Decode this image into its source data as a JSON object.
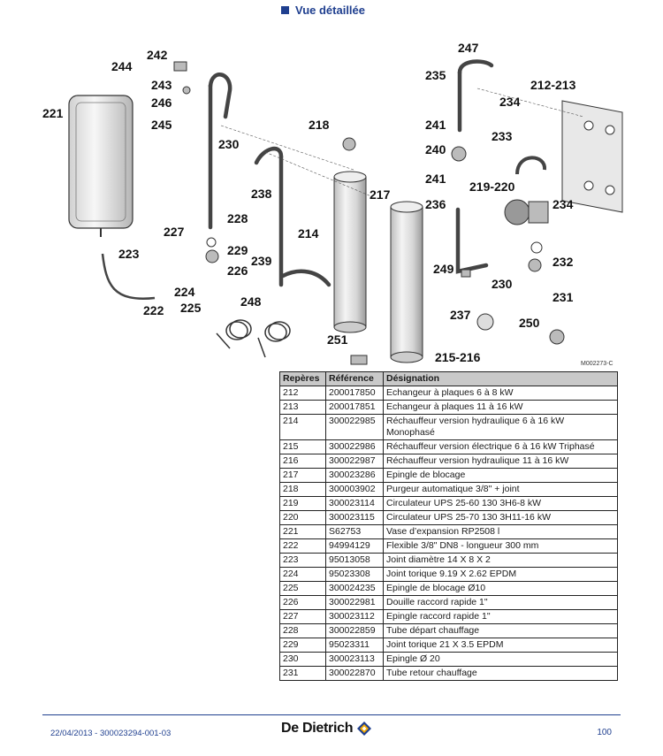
{
  "section_title": "Vue détaillée",
  "figure_code": "M002273-C",
  "callouts": [
    "242",
    "244",
    "243",
    "246",
    "245",
    "221",
    "223",
    "222",
    "224",
    "225",
    "227",
    "228",
    "229",
    "226",
    "230",
    "238",
    "239",
    "218",
    "214",
    "217",
    "248",
    "251",
    "215-216",
    "247",
    "235",
    "212-213",
    "234",
    "241",
    "240",
    "241",
    "233",
    "219-220",
    "234",
    "236",
    "232",
    "249",
    "230",
    "231",
    "237",
    "250"
  ],
  "table": {
    "headers": [
      "Repères",
      "Référence",
      "Désignation"
    ],
    "rows": [
      [
        "212",
        "200017850",
        "Echangeur à plaques 6 à 8 kW"
      ],
      [
        "213",
        "200017851",
        "Echangeur à plaques 11 à 16 kW"
      ],
      [
        "214",
        "300022985",
        "Réchauffeur version hydraulique 6 à 16 kW Monophasé"
      ],
      [
        "215",
        "300022986",
        "Réchauffeur version électrique 6 à 16 kW Triphasé"
      ],
      [
        "216",
        "300022987",
        "Réchauffeur version hydraulique 11 à 16 kW"
      ],
      [
        "217",
        "300023286",
        "Epingle de blocage"
      ],
      [
        "218",
        "300003902",
        "Purgeur automatique 3/8\" + joint"
      ],
      [
        "219",
        "300023114",
        "Circulateur UPS 25-60 130 3H6-8 kW"
      ],
      [
        "220",
        "300023115",
        "Circulateur UPS 25-70 130 3H11-16 kW"
      ],
      [
        "221",
        "S62753",
        "Vase d’expansion RP2508 l"
      ],
      [
        "222",
        "94994129",
        "Flexible 3/8\" DN8 - longueur 300 mm"
      ],
      [
        "223",
        "95013058",
        "Joint diamètre 14 X 8 X 2"
      ],
      [
        "224",
        "95023308",
        "Joint torique 9.19 X 2.62 EPDM"
      ],
      [
        "225",
        "300024235",
        "Epingle de blocage Ø10"
      ],
      [
        "226",
        "300022981",
        "Douille raccord rapide 1\""
      ],
      [
        "227",
        "300023112",
        "Epingle raccord rapide 1\""
      ],
      [
        "228",
        "300022859",
        "Tube départ chauffage"
      ],
      [
        "229",
        "95023311",
        "Joint torique 21 X 3.5 EPDM"
      ],
      [
        "230",
        "300023113",
        "Epingle Ø 20"
      ],
      [
        "231",
        "300022870",
        "Tube retour chauffage"
      ]
    ]
  },
  "footer": {
    "date_ref": "22/04/2013 - 300023294-001-03",
    "brand": "De Dietrich",
    "page": "100"
  },
  "colors": {
    "accent": "#1f3f8f",
    "header_bg": "#c9c9c9"
  }
}
